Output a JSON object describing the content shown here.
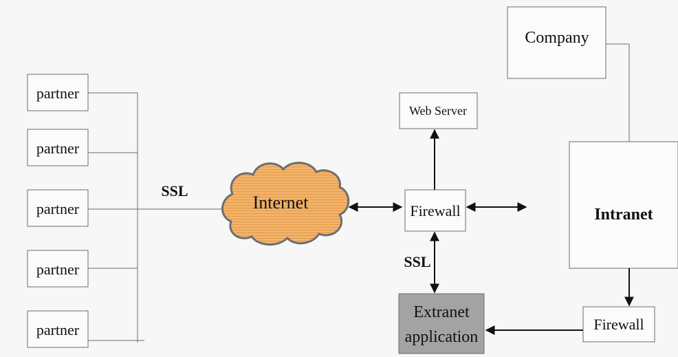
{
  "nodes": {
    "partners": [
      "partner",
      "partner",
      "partner",
      "partner",
      "partner"
    ],
    "internet": "Internet",
    "web_server": "Web Server",
    "firewall_center": "Firewall",
    "company": "Company",
    "intranet": "Intranet",
    "firewall_right": "Firewall",
    "extranet_line1": "Extranet",
    "extranet_line2": "application"
  },
  "labels": {
    "ssl_left": "SSL",
    "ssl_center": "SSL"
  },
  "colors": {
    "background": "#f7f7f7",
    "cloud_fill": "#f0b066",
    "cloud_stroke": "#6e6e6e",
    "extranet_fill": "#a3a3a3",
    "line": "#6b6b6b",
    "arrow": "#111111"
  }
}
